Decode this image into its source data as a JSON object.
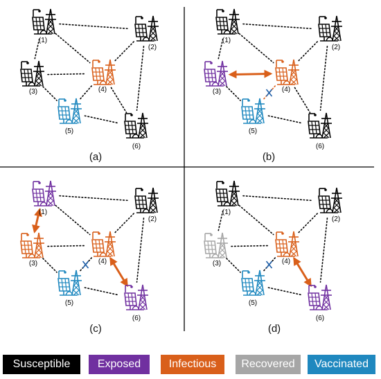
{
  "colors": {
    "susceptible": "#000000",
    "exposed": "#7030a0",
    "infectious": "#d95f1a",
    "recovered": "#a6a6a6",
    "vaccinated": "#1f88bf",
    "cut_mark": "#1f5fa8"
  },
  "icon": "solar-panel-with-transmission-tower-icon",
  "panels": [
    {
      "label": "(a)",
      "nodes": [
        {
          "id": "(1)",
          "state": "susceptible"
        },
        {
          "id": "(2)",
          "state": "susceptible"
        },
        {
          "id": "(3)",
          "state": "susceptible"
        },
        {
          "id": "(4)",
          "state": "infectious"
        },
        {
          "id": "(5)",
          "state": "vaccinated"
        },
        {
          "id": "(6)",
          "state": "susceptible"
        }
      ],
      "links": [
        [
          "(1)",
          "(2)"
        ],
        [
          "(1)",
          "(3)"
        ],
        [
          "(1)",
          "(4)"
        ],
        [
          "(3)",
          "(4)"
        ],
        [
          "(2)",
          "(4)"
        ],
        [
          "(2)",
          "(6)"
        ],
        [
          "(4)",
          "(6)"
        ],
        [
          "(3)",
          "(5)"
        ],
        [
          "(5)",
          "(6)"
        ],
        [
          "(4)",
          "(5)"
        ]
      ],
      "transmissions": [],
      "blocked": []
    },
    {
      "label": "(b)",
      "nodes": [
        {
          "id": "(1)",
          "state": "susceptible"
        },
        {
          "id": "(2)",
          "state": "susceptible"
        },
        {
          "id": "(3)",
          "state": "exposed"
        },
        {
          "id": "(4)",
          "state": "infectious"
        },
        {
          "id": "(5)",
          "state": "vaccinated"
        },
        {
          "id": "(6)",
          "state": "susceptible"
        }
      ],
      "links": [
        [
          "(1)",
          "(2)"
        ],
        [
          "(1)",
          "(3)"
        ],
        [
          "(1)",
          "(4)"
        ],
        [
          "(2)",
          "(4)"
        ],
        [
          "(2)",
          "(6)"
        ],
        [
          "(4)",
          "(6)"
        ],
        [
          "(3)",
          "(5)"
        ],
        [
          "(5)",
          "(6)"
        ]
      ],
      "transmissions": [
        [
          "(3)",
          "(4)"
        ]
      ],
      "blocked": [
        [
          "(4)",
          "(5)"
        ]
      ]
    },
    {
      "label": "(c)",
      "nodes": [
        {
          "id": "(1)",
          "state": "exposed"
        },
        {
          "id": "(2)",
          "state": "susceptible"
        },
        {
          "id": "(3)",
          "state": "infectious"
        },
        {
          "id": "(4)",
          "state": "infectious"
        },
        {
          "id": "(5)",
          "state": "vaccinated"
        },
        {
          "id": "(6)",
          "state": "exposed"
        }
      ],
      "links": [
        [
          "(1)",
          "(2)"
        ],
        [
          "(1)",
          "(4)"
        ],
        [
          "(3)",
          "(4)"
        ],
        [
          "(2)",
          "(4)"
        ],
        [
          "(2)",
          "(6)"
        ],
        [
          "(3)",
          "(5)"
        ],
        [
          "(5)",
          "(6)"
        ]
      ],
      "transmissions": [
        [
          "(1)",
          "(3)"
        ],
        [
          "(4)",
          "(6)"
        ]
      ],
      "blocked": [
        [
          "(4)",
          "(5)"
        ]
      ]
    },
    {
      "label": "(d)",
      "nodes": [
        {
          "id": "(1)",
          "state": "susceptible"
        },
        {
          "id": "(2)",
          "state": "susceptible"
        },
        {
          "id": "(3)",
          "state": "recovered"
        },
        {
          "id": "(4)",
          "state": "infectious"
        },
        {
          "id": "(5)",
          "state": "vaccinated"
        },
        {
          "id": "(6)",
          "state": "exposed"
        }
      ],
      "links": [
        [
          "(1)",
          "(2)"
        ],
        [
          "(1)",
          "(3)"
        ],
        [
          "(1)",
          "(4)"
        ],
        [
          "(3)",
          "(4)"
        ],
        [
          "(2)",
          "(4)"
        ],
        [
          "(2)",
          "(6)"
        ],
        [
          "(3)",
          "(5)"
        ],
        [
          "(5)",
          "(6)"
        ]
      ],
      "transmissions": [
        [
          "(4)",
          "(6)"
        ]
      ],
      "blocked": [
        [
          "(4)",
          "(5)"
        ]
      ]
    }
  ],
  "legend": [
    {
      "label": "Susceptible",
      "state": "susceptible"
    },
    {
      "label": "Exposed",
      "state": "exposed"
    },
    {
      "label": "Infectious",
      "state": "infectious"
    },
    {
      "label": "Recovered",
      "state": "recovered"
    },
    {
      "label": "Vaccinated",
      "state": "vaccinated"
    }
  ]
}
